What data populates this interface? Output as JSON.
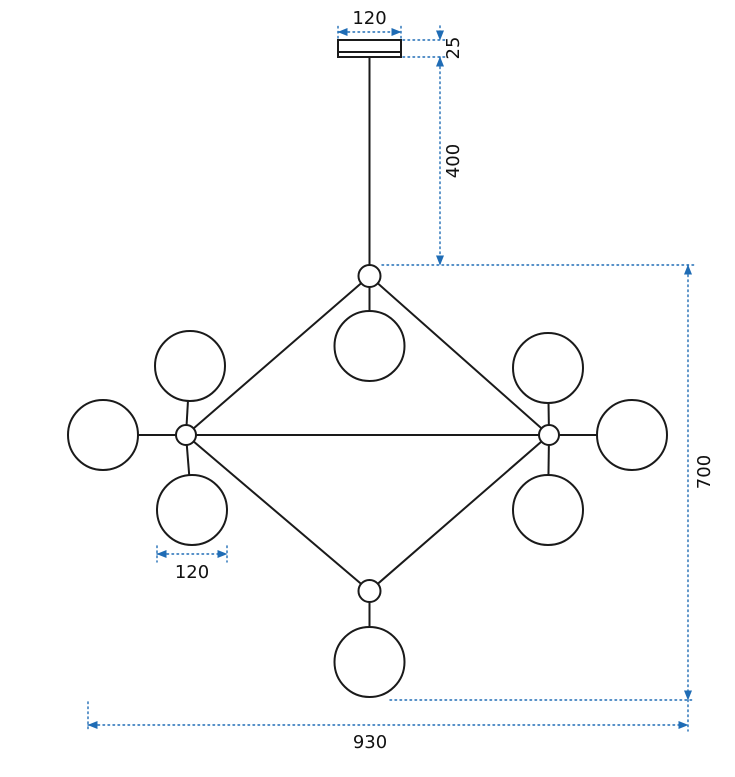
{
  "diagram": {
    "labels": {
      "canopy_width": "120",
      "canopy_height": "25",
      "suspension_length": "400",
      "fixture_height": "700",
      "fixture_width": "930",
      "shade_diameter": "120"
    },
    "colors": {
      "outline": "#1a1a1a",
      "dimension": "#1f6cb5",
      "background": "#ffffff"
    }
  }
}
